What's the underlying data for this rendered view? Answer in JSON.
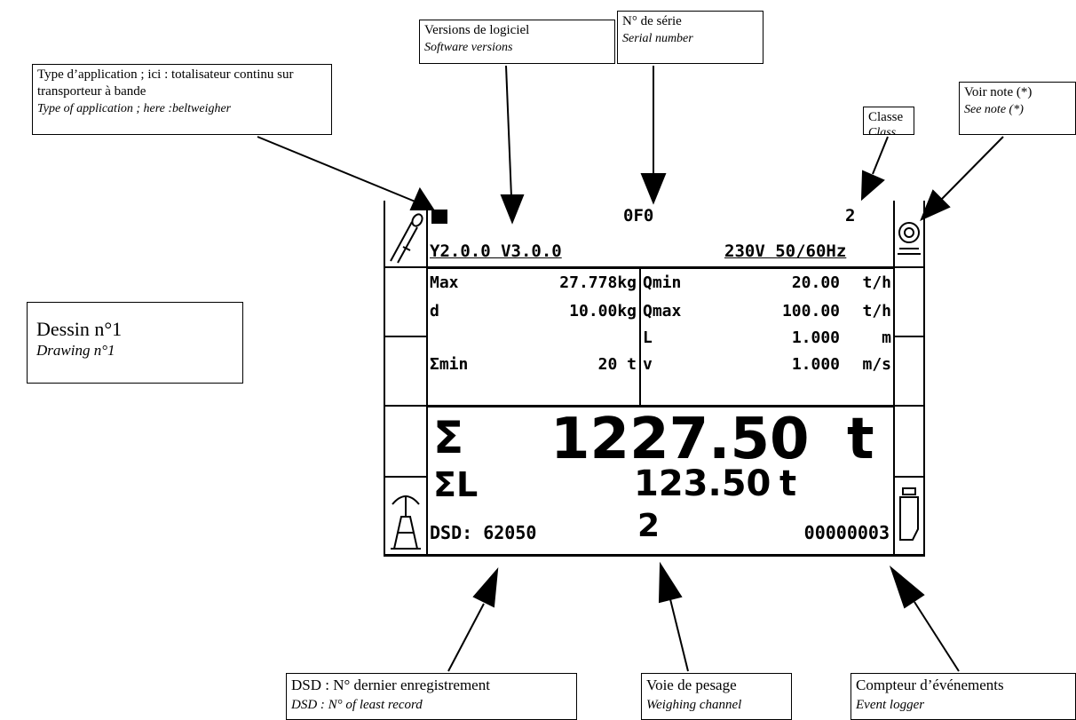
{
  "annotations": {
    "application_type": {
      "fr": "Type d’application ; ici : totalisateur continu sur transporteur à bande",
      "en": "Type of application ; here :beltweigher"
    },
    "software_versions": {
      "fr": "Versions de logiciel",
      "en": "Software versions"
    },
    "serial_number": {
      "fr": "N° de série",
      "en": "Serial number"
    },
    "class": {
      "fr": "Classe",
      "en": "Class"
    },
    "see_note": {
      "fr": "Voir note (*)",
      "en": "See note (*)"
    },
    "drawing": {
      "fr": "Dessin n°1",
      "en": "Drawing n°1"
    },
    "last_record": {
      "fr": "DSD : N° dernier enregistrement",
      "en": "DSD : N° of least record"
    },
    "weighing_channel": {
      "fr": "Voie de pesage",
      "en": "Weighing channel"
    },
    "event_counter": {
      "fr": "Compteur d’événements",
      "en": "Event logger"
    }
  },
  "screen": {
    "header": {
      "serial": "0F0",
      "class": "2",
      "versions": "Y2.0.0 V3.0.0",
      "supply": "230V 50/60Hz"
    },
    "params_left": [
      {
        "label": "Max",
        "value": "27.778kg"
      },
      {
        "label": "d",
        "value": "10.00kg"
      },
      {
        "label": "",
        "value": ""
      },
      {
        "label": "Σmin",
        "value": "20 t"
      }
    ],
    "params_right": [
      {
        "label": "Qmin",
        "value": "20.00",
        "unit": "t/h"
      },
      {
        "label": "Qmax",
        "value": "100.00",
        "unit": "t/h"
      },
      {
        "label": "L",
        "value": "1.000",
        "unit": "m"
      },
      {
        "label": "v",
        "value": "1.000",
        "unit": "m/s"
      }
    ],
    "total": {
      "symbol": "Σ",
      "value": "1227.50",
      "unit": "t"
    },
    "partial_total": {
      "symbol": "ΣL",
      "value": "123.50",
      "unit": "t"
    },
    "footer": {
      "dsd": "DSD: 62050",
      "channel": "2",
      "event_counter": "00000003"
    }
  },
  "icons": [
    "belt-scale-icon",
    "seal-icon",
    "scale-bridge-icon",
    "load-cell-icon",
    "status-square-icon"
  ]
}
